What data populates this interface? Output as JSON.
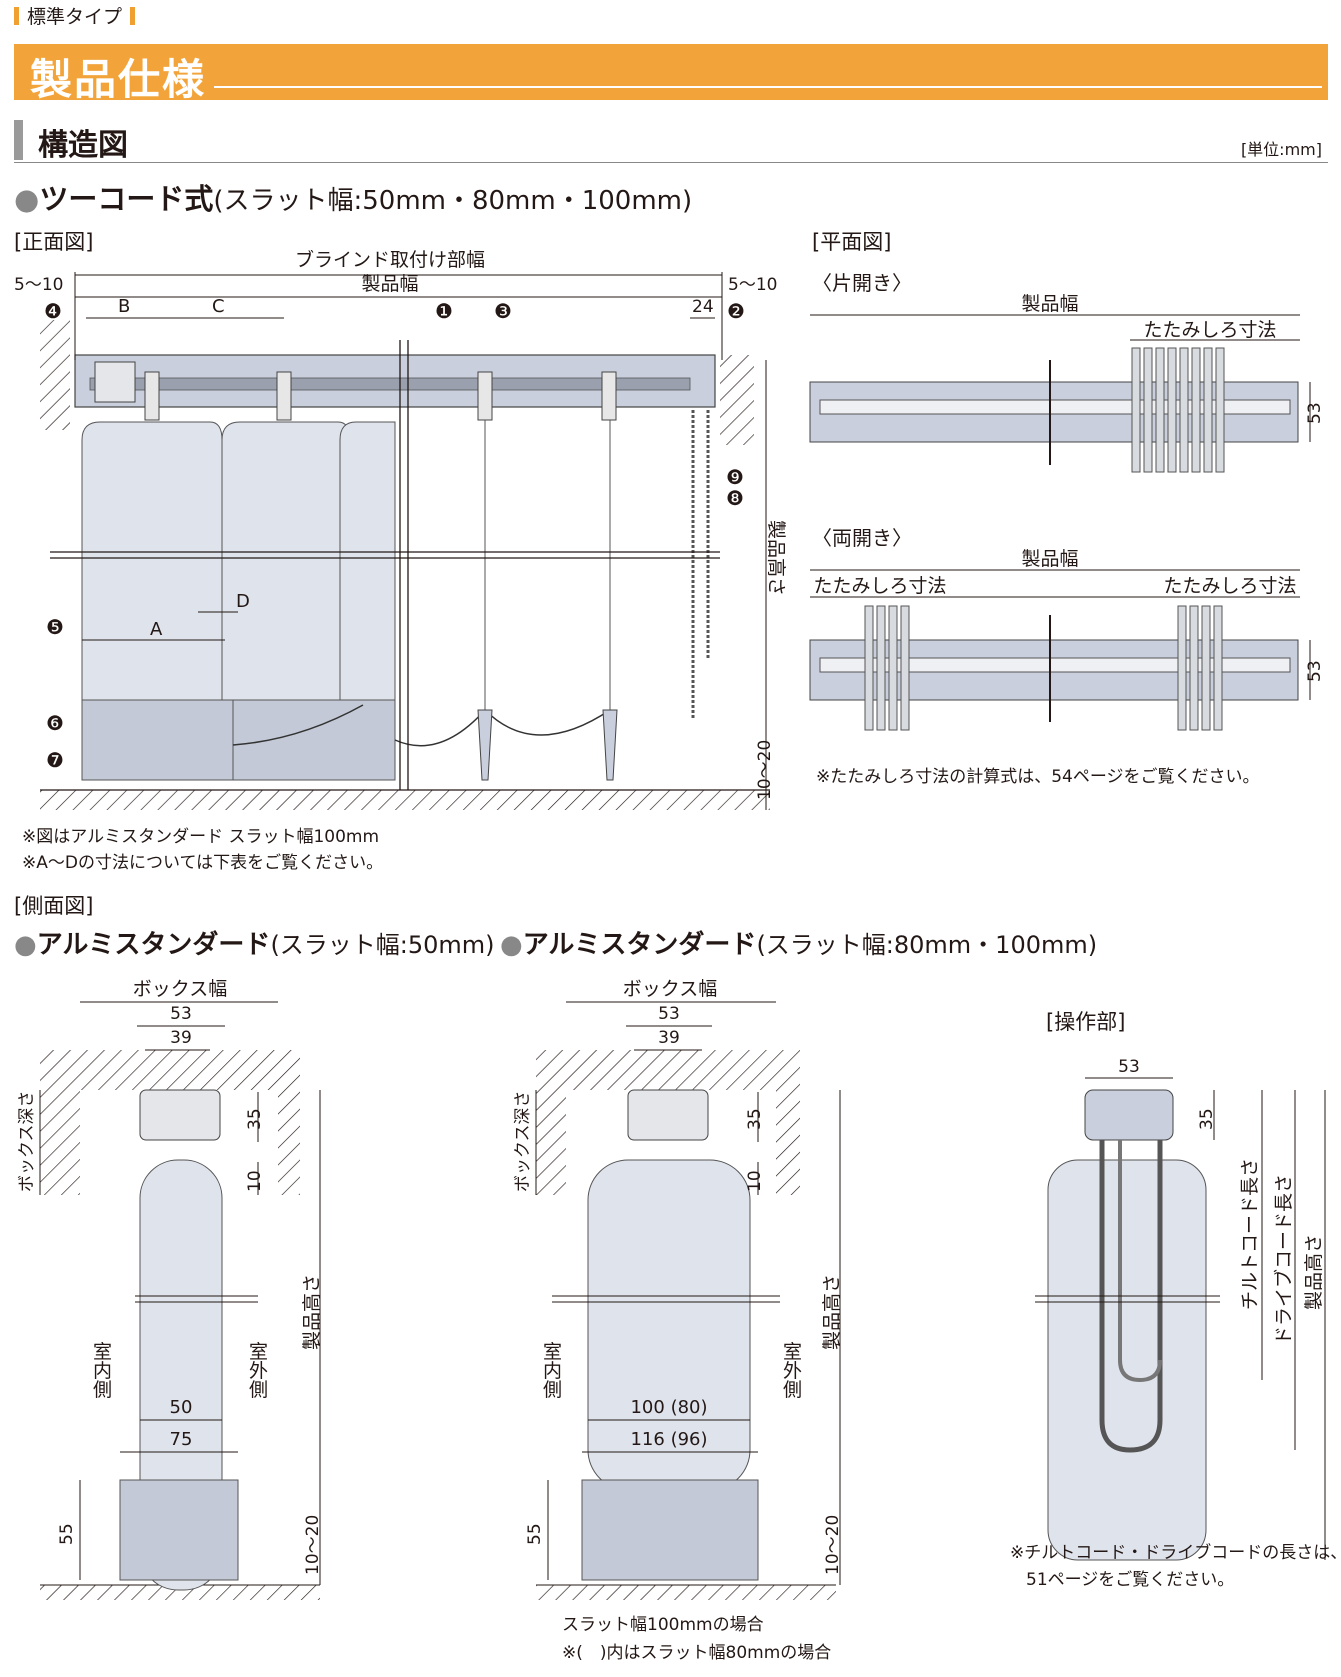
{
  "header": {
    "tag": "標準タイプ"
  },
  "banner": {
    "title": "製品仕様"
  },
  "section": {
    "title": "構造図",
    "unit": "[単位:mm]"
  },
  "two_cord": {
    "title": "ツーコード式",
    "subtitle": "(スラット幅:50mm・80mm・100mm)"
  },
  "front": {
    "label": "[正面図]",
    "dims": {
      "mount_width": "ブラインド取付け部幅",
      "product_width": "製品幅",
      "gap_left": "5〜10",
      "gap_right": "5〜10",
      "b": "B",
      "c": "C",
      "d24": "24",
      "a": "A",
      "d": "D",
      "product_height": "製品高さ",
      "floor_gap": "10〜20"
    },
    "callouts": [
      "❶",
      "❷",
      "❸",
      "❹",
      "❺",
      "❻",
      "❼",
      "❽",
      "❾"
    ],
    "notes": [
      "※図はアルミスタンダード スラット幅100mm",
      "※A〜Dの寸法については下表をご覧ください。"
    ]
  },
  "plan": {
    "label": "[平面図]",
    "single": {
      "label": "〈片開き〉",
      "product_width": "製品幅",
      "stack": "たたみしろ寸法",
      "depth": "53"
    },
    "double": {
      "label": "〈両開き〉",
      "product_width": "製品幅",
      "stack_left": "たたみしろ寸法",
      "stack_right": "たたみしろ寸法",
      "depth": "53"
    },
    "note": "※たたみしろ寸法の計算式は、54ページをご覧ください。"
  },
  "side": {
    "label": "[側面図]",
    "left": {
      "title": "アルミスタンダード",
      "subtitle": "(スラット幅:50mm)",
      "box_width": "ボックス幅",
      "d53": "53",
      "d39": "39",
      "d35": "35",
      "d10": "10",
      "box_depth": "ボックス深さ",
      "product_height": "製品高さ",
      "indoor": "室内側",
      "outdoor": "室外側",
      "d50": "50",
      "d75": "75",
      "d55": "55",
      "floor_gap": "10〜20"
    },
    "right": {
      "title": "アルミスタンダード",
      "subtitle": "(スラット幅:80mm・100mm)",
      "box_width": "ボックス幅",
      "d53": "53",
      "d39": "39",
      "d35": "35",
      "d10": "10",
      "box_depth": "ボックス深さ",
      "product_height": "製品高さ",
      "indoor": "室内側",
      "outdoor": "室外側",
      "d100": "100 (80)",
      "d116": "116 (96)",
      "d55": "55",
      "floor_gap": "10〜20",
      "notes": [
        "スラット幅100mmの場合",
        "※(　)内はスラット幅80mmの場合"
      ]
    }
  },
  "operation": {
    "label": "[操作部]",
    "d53": "53",
    "d35": "35",
    "tilt": "チルトコード長さ",
    "drive": "ドライブコード長さ",
    "product_height": "製品高さ",
    "notes": [
      "※チルトコード・ドライブコードの長さは、",
      "51ページをご覧ください。"
    ]
  }
}
